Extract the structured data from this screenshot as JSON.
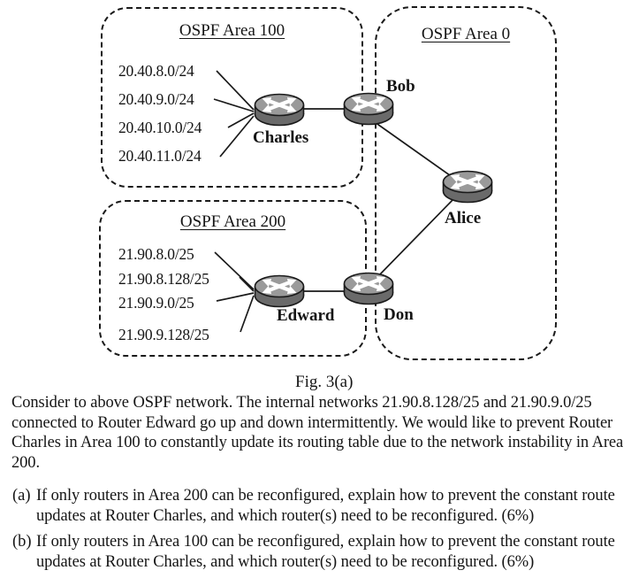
{
  "colors": {
    "ink": "#1a1a1a",
    "router_top": "#9a9a9a",
    "router_side": "#6a6a6a",
    "arrow": "#ffffff",
    "background": "#ffffff"
  },
  "figure": {
    "caption": "Fig. 3(a)",
    "areas": {
      "area100": {
        "title": "OSPF Area 100",
        "networks": [
          "20.40.8.0/24",
          "20.40.9.0/24",
          "20.40.10.0/24",
          "20.40.11.0/24"
        ]
      },
      "area200": {
        "title": "OSPF Area 200",
        "networks": [
          "21.90.8.0/25",
          "21.90.8.128/25",
          "21.90.9.0/25",
          "21.90.9.128/25"
        ]
      },
      "area0": {
        "title": "OSPF Area 0"
      }
    },
    "routers": {
      "charles": "Charles",
      "bob": "Bob",
      "alice": "Alice",
      "don": "Don",
      "edward": "Edward"
    }
  },
  "question": {
    "intro": "Consider to above OSPF network. The internal networks 21.90.8.128/25 and 21.90.9.0/25 connected to Router Edward go up and down intermittently. We would like to prevent Router Charles in Area 100 to constantly update its routing table due to the network instability in Area 200.",
    "items": [
      {
        "marker": "(a)",
        "text": "If only routers in Area 200 can be reconfigured, explain how to prevent the constant route updates at Router Charles, and which router(s) need to be reconfigured. (6%)"
      },
      {
        "marker": "(b)",
        "text": "If only routers in Area 100 can be reconfigured, explain how to prevent the constant route updates at Router Charles, and which router(s) need to be reconfigured. (6%)"
      }
    ]
  }
}
